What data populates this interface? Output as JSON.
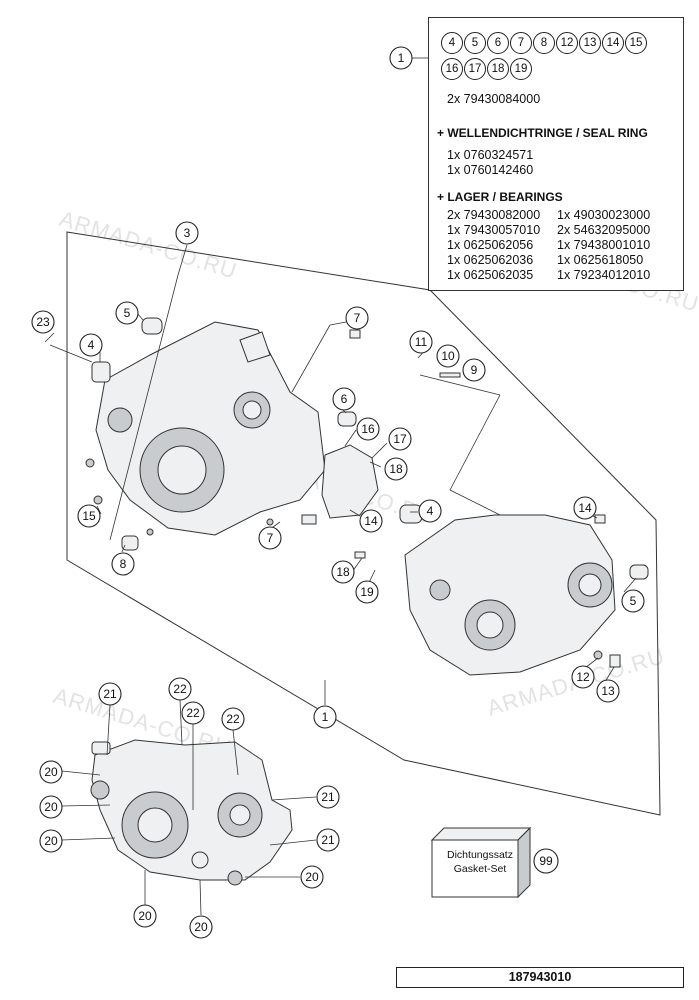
{
  "watermarks": [
    "ARMADA-CO.RU",
    "ARMADA-CO.RU",
    "ARMADA-CO.RU",
    "ARMADA-CO.RU",
    "ARMADA-CO.RU"
  ],
  "kit_box": {
    "callout": "1",
    "bubbles": [
      "4",
      "5",
      "6",
      "7",
      "8",
      "12",
      "13",
      "14",
      "15",
      "16",
      "17",
      "18",
      "19"
    ],
    "main_part": "2x 79430084000",
    "seal_heading": "+ WELLENDICHTRINGE /  SEAL RING",
    "seal_parts": [
      "1x 0760324571",
      "1x 0760142460"
    ],
    "bearing_heading": "+ LAGER / BEARINGS",
    "bearings_left": [
      "2x 79430082000",
      "1x 79430057010",
      "1x 0625062056",
      "1x 0625062036",
      "1x 0625062035"
    ],
    "bearings_right": [
      "1x 49030023000",
      "2x 54632095000",
      "1x 79438001010",
      "1x 0625618050",
      "1x 79234012010"
    ]
  },
  "callouts": [
    "3",
    "23",
    "5",
    "4",
    "7",
    "11",
    "10",
    "9",
    "6",
    "16",
    "17",
    "18",
    "15",
    "14",
    "7",
    "8",
    "4",
    "14",
    "18",
    "19",
    "5",
    "12",
    "13",
    "1",
    "21",
    "22",
    "22",
    "22",
    "20",
    "20",
    "21",
    "20",
    "21",
    "20",
    "20",
    "20",
    "99"
  ],
  "gasket_set": {
    "line1": "Dichtungssatz",
    "line2": "Gasket-Set"
  },
  "doc_number": "187943010"
}
